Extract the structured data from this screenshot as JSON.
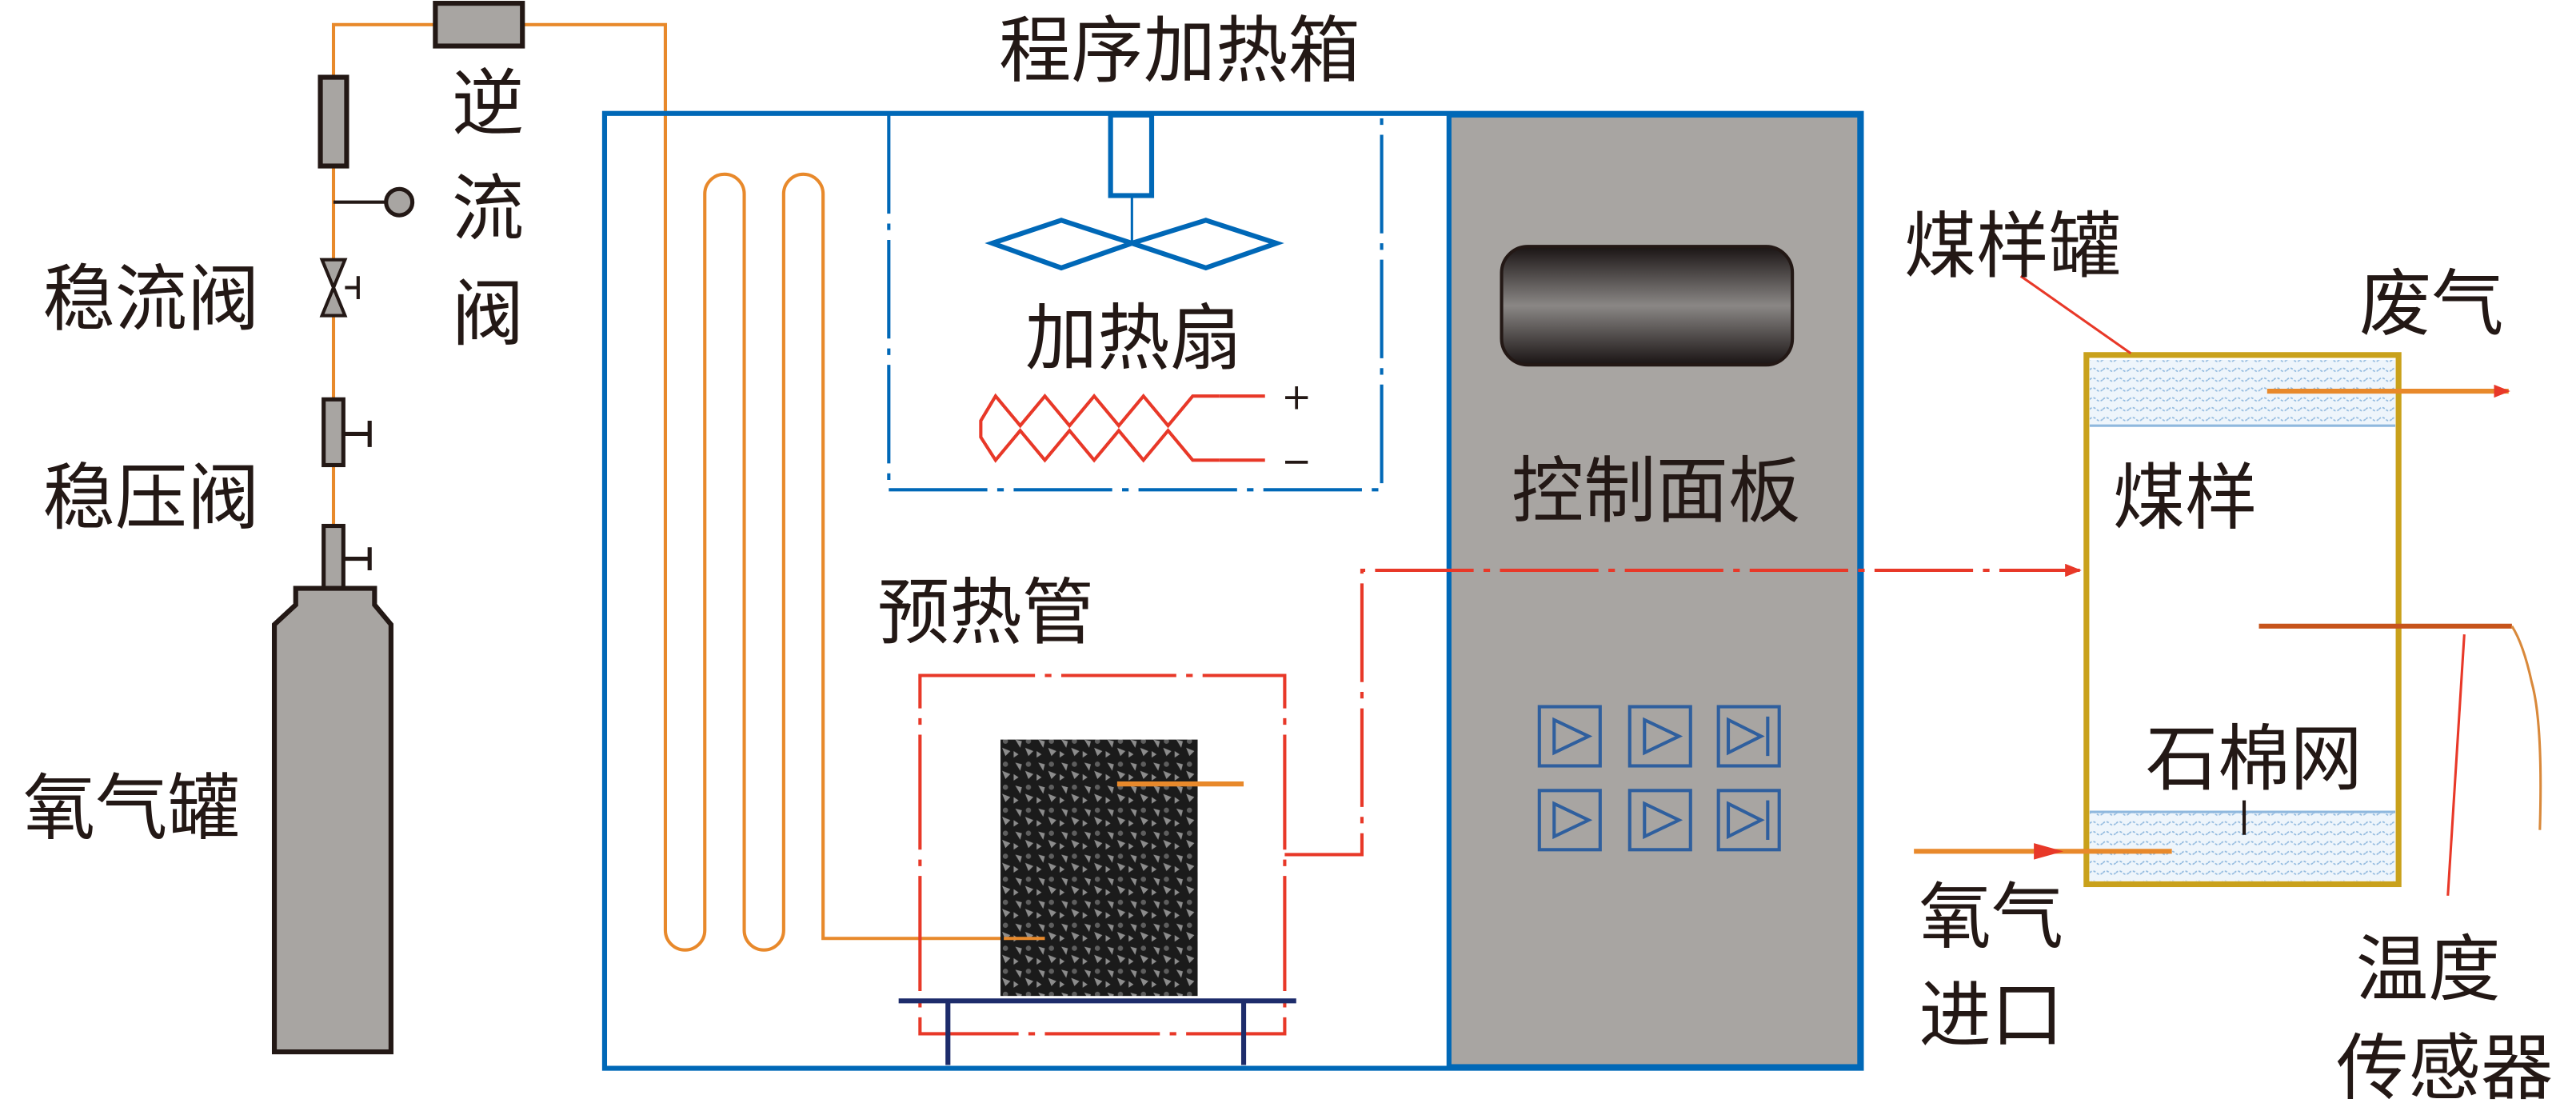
{
  "labels": {
    "oven": "程序加热箱",
    "fan": "加热扇",
    "preheat_tube": "预热管",
    "control_panel": "控制面板",
    "check_valve": [
      "逆",
      "流",
      "阀"
    ],
    "flow_valve": "稳流阀",
    "pressure_valve": "稳压阀",
    "oxygen_tank": "氧气罐",
    "coal_tank": "煤样罐",
    "exhaust": "废气",
    "coal_sample": "煤样",
    "asbestos_mesh": "石棉网",
    "oxygen_inlet": [
      "氧气",
      "进口"
    ],
    "temp_sensor": [
      "温度",
      "传感器"
    ],
    "plus": "+",
    "minus": "−"
  },
  "colors": {
    "pipe": "#e8892b",
    "oven_frame": "#0068b7",
    "heater": "#e83828",
    "panel": "#a8a5a2",
    "coal_tank": "#c9a11b",
    "stand": "#1d2c6b",
    "device": "#a8a5a2",
    "outline": "#231815"
  }
}
